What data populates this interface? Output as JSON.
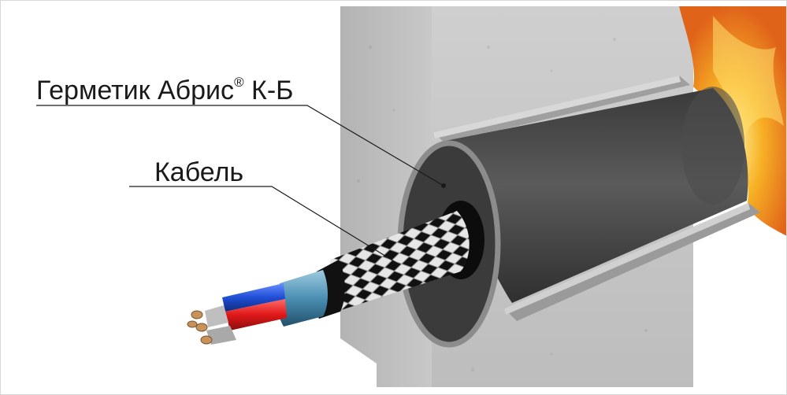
{
  "labels": {
    "sealant": {
      "text": "Герметик Абрис",
      "mark": "®",
      "suffix": " К-Б"
    },
    "cable": {
      "text": "Кабель"
    }
  },
  "colors": {
    "concrete": "#bdbdbd",
    "foam": "#4a4a4a",
    "flame": "#f6a21a",
    "wire_red": "#e02020",
    "wire_blue": "#1f4fd6",
    "jacket": "#4b8fb3",
    "braid": "#d9d9d9",
    "copper": "#c8925b"
  }
}
